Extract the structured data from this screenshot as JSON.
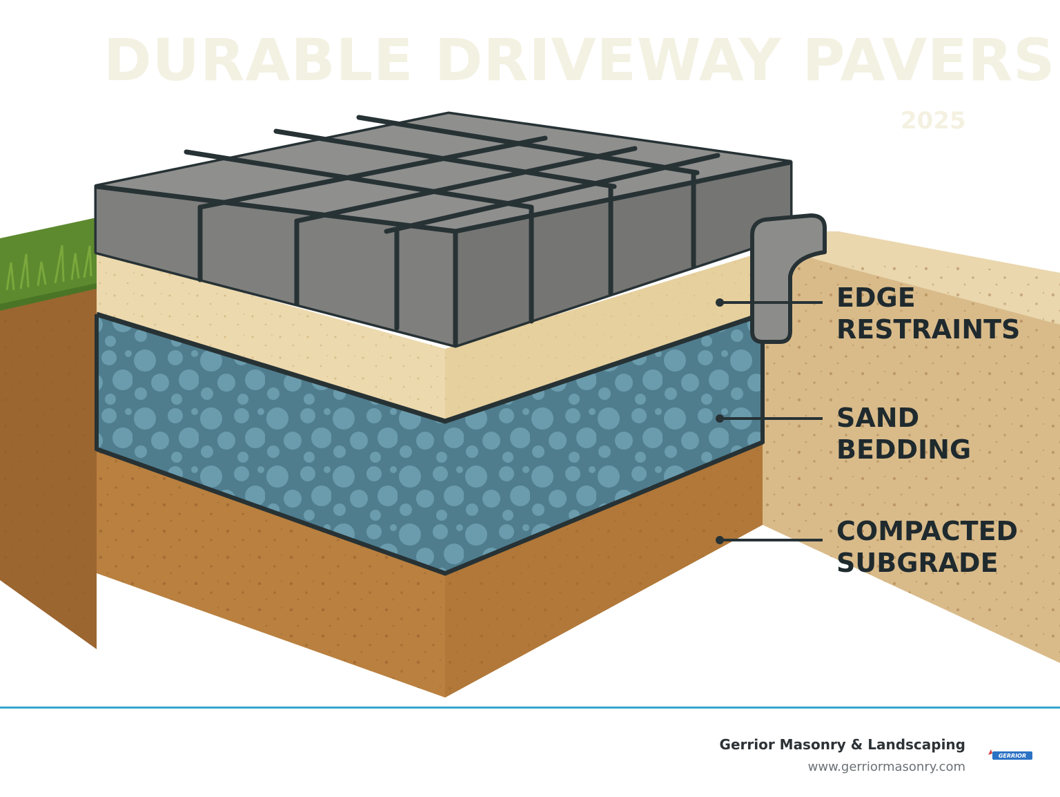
{
  "title": "DURABLE DRIVEWAY PAVERS",
  "year": "2025",
  "labels": [
    {
      "line1": "EDGE",
      "line2": "RESTRAINTS"
    },
    {
      "line1": "SAND",
      "line2": "BEDDING"
    },
    {
      "line1": "COMPACTED",
      "line2": "SUBGRADE"
    }
  ],
  "footer": {
    "company": "Gerrior Masonry & Landscaping",
    "url": "www.gerriormasonry.com",
    "logo_text": "GERRIOR"
  },
  "colors": {
    "paver": "#8a8a88",
    "sand": "#ecd9ad",
    "gravel": "#4f7d8e",
    "subgrade": "#b9803f",
    "grass": "#5d8a2e",
    "outline": "#273235",
    "accent_rule": "#33a6cf"
  }
}
